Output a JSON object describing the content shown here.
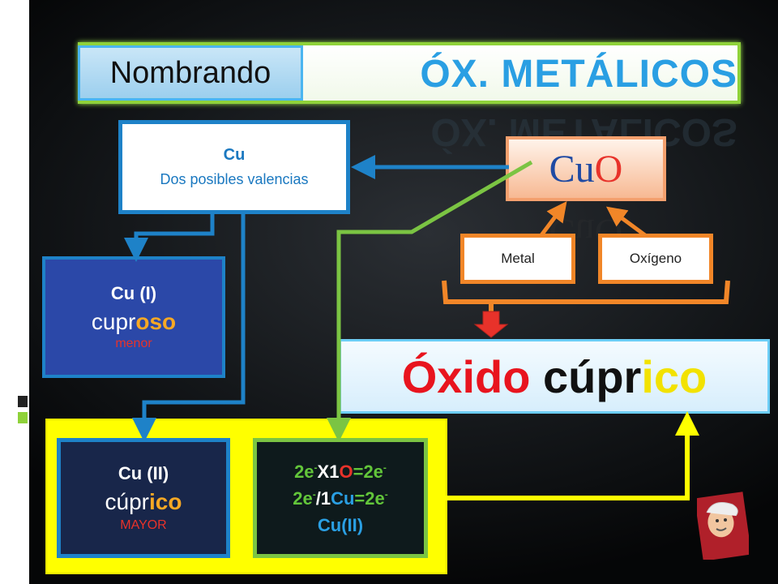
{
  "title": {
    "left": "Nombrando",
    "right": "ÓX. METÁLICOS"
  },
  "cu_box": {
    "line1": "Cu",
    "line2": "Dos posibles valencias"
  },
  "formula": {
    "metal": "Cu",
    "oxygen": "O"
  },
  "labels": {
    "metal": "Metal",
    "oxygen": "Oxígeno"
  },
  "cu1": {
    "heading": "Cu (I)",
    "name_stem": "cupr",
    "name_suffix": "oso",
    "size": "menor"
  },
  "cu2": {
    "heading": "Cu (II)",
    "name_stem": "cúpr",
    "name_suffix": "ico",
    "size": "MAYOR"
  },
  "result": {
    "word1": "Óxido",
    "stem": "cúpr",
    "suffix": "ico"
  },
  "calc": {
    "l1_a": "2e",
    "l1_sup": "-",
    "l1_b": "X1",
    "l1_o": "O",
    "l1_c": "=2e",
    "l1_sup2": "-",
    "l2_a": "2e",
    "l2_sup": "-",
    "l2_b": "/1",
    "l2_cu": "Cu",
    "l2_c": "=2e",
    "l2_sup2": "-",
    "l3": "Cu(II)"
  },
  "colors": {
    "blue_arrow": "#1e82c8",
    "green_arrow": "#7bc443",
    "orange": "#f18628",
    "yellow": "#ffff00"
  }
}
